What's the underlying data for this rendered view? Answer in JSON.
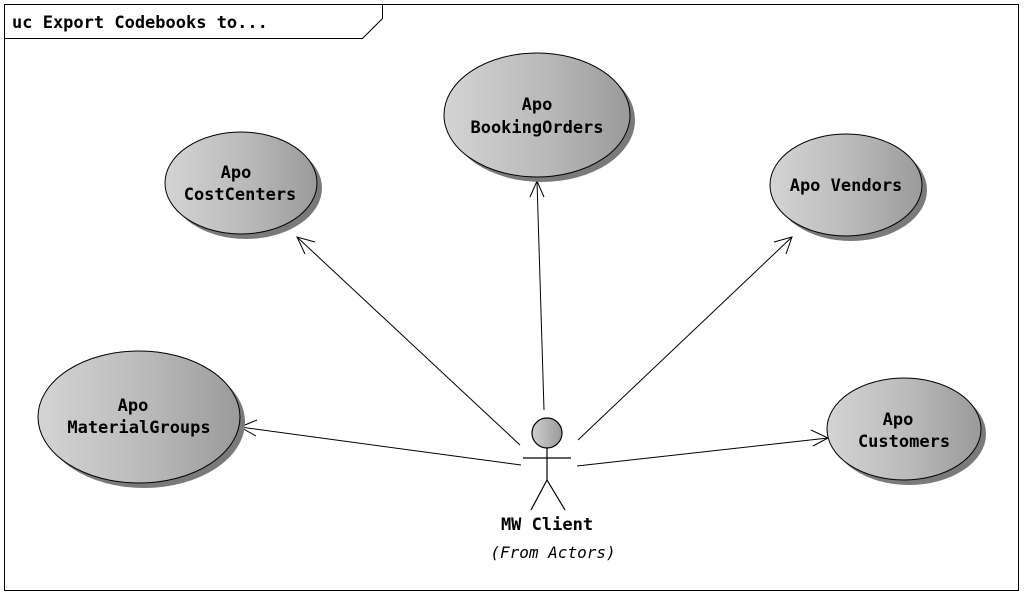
{
  "frame": {
    "title": "uc Export Codebooks to..."
  },
  "actor": {
    "name": "MW Client",
    "origin": "(From Actors)"
  },
  "use_cases": [
    {
      "id": "booking-orders",
      "lines": [
        "Apo",
        "BookingOrders"
      ]
    },
    {
      "id": "cost-centers",
      "lines": [
        "Apo",
        "CostCenters"
      ]
    },
    {
      "id": "vendors",
      "lines": [
        "Apo Vendors"
      ]
    },
    {
      "id": "material-groups",
      "lines": [
        "Apo",
        "MaterialGroups"
      ]
    },
    {
      "id": "customers",
      "lines": [
        "Apo",
        "Customers"
      ]
    }
  ],
  "colors": {
    "ellipse_fill_light": "#d4d4d4",
    "ellipse_fill_dark": "#9e9e9e",
    "shadow": "#7a7a7a",
    "stroke": "#000000"
  }
}
